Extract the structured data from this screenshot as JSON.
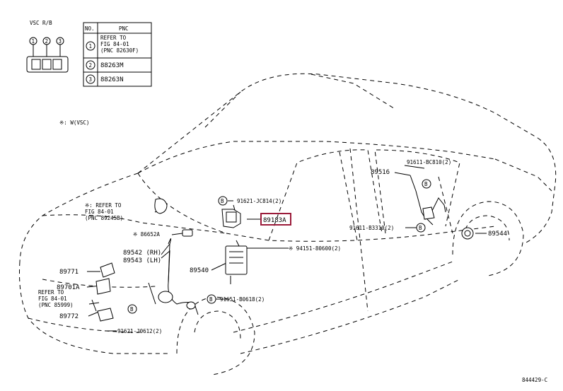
{
  "connector": {
    "title": "VSC R/B",
    "pins": [
      "1",
      "2",
      "3"
    ]
  },
  "pnc_table": {
    "col_no": "NO.",
    "col_pnc": "PNC",
    "rows": [
      {
        "no": "1",
        "text": "REFER TO\nFIG 84-01\n(PNC 82630F)"
      },
      {
        "no": "2",
        "text": "88263M"
      },
      {
        "no": "3",
        "text": "88263N"
      }
    ]
  },
  "note_w_vsc": "※: W(VSC)",
  "refer_84_01_a": "※: REFER TO\nFIG 84-01\n(PNC 89245B)",
  "refer_84_01_b": "REFER TO\nFIG 84-01\n(PNC 85999)",
  "labels": {
    "p91621_jc814": "91621-JC814(2)",
    "p89183a": "89183A",
    "p86652a": "※ 86652A",
    "p89542": "89542 (RH)",
    "p89543": "89543 (LH)",
    "p89540": "89540",
    "p94151": "※ 94151-80600(2)",
    "p91651_b0618": "91651-B0618(2)",
    "p91621_j0612": "91621-J0612(2)",
    "p89771": "89771",
    "p89701a": "89701A",
    "p89772": "89772",
    "p89516": "89516",
    "p91611_bc810": "91611-BC810(2)",
    "p91611_b3310": "91611-B3310(2)",
    "p89544": "89544",
    "figure_no": "844429-C"
  },
  "callout_b": "B",
  "highlight_color": "#9b1b3a"
}
